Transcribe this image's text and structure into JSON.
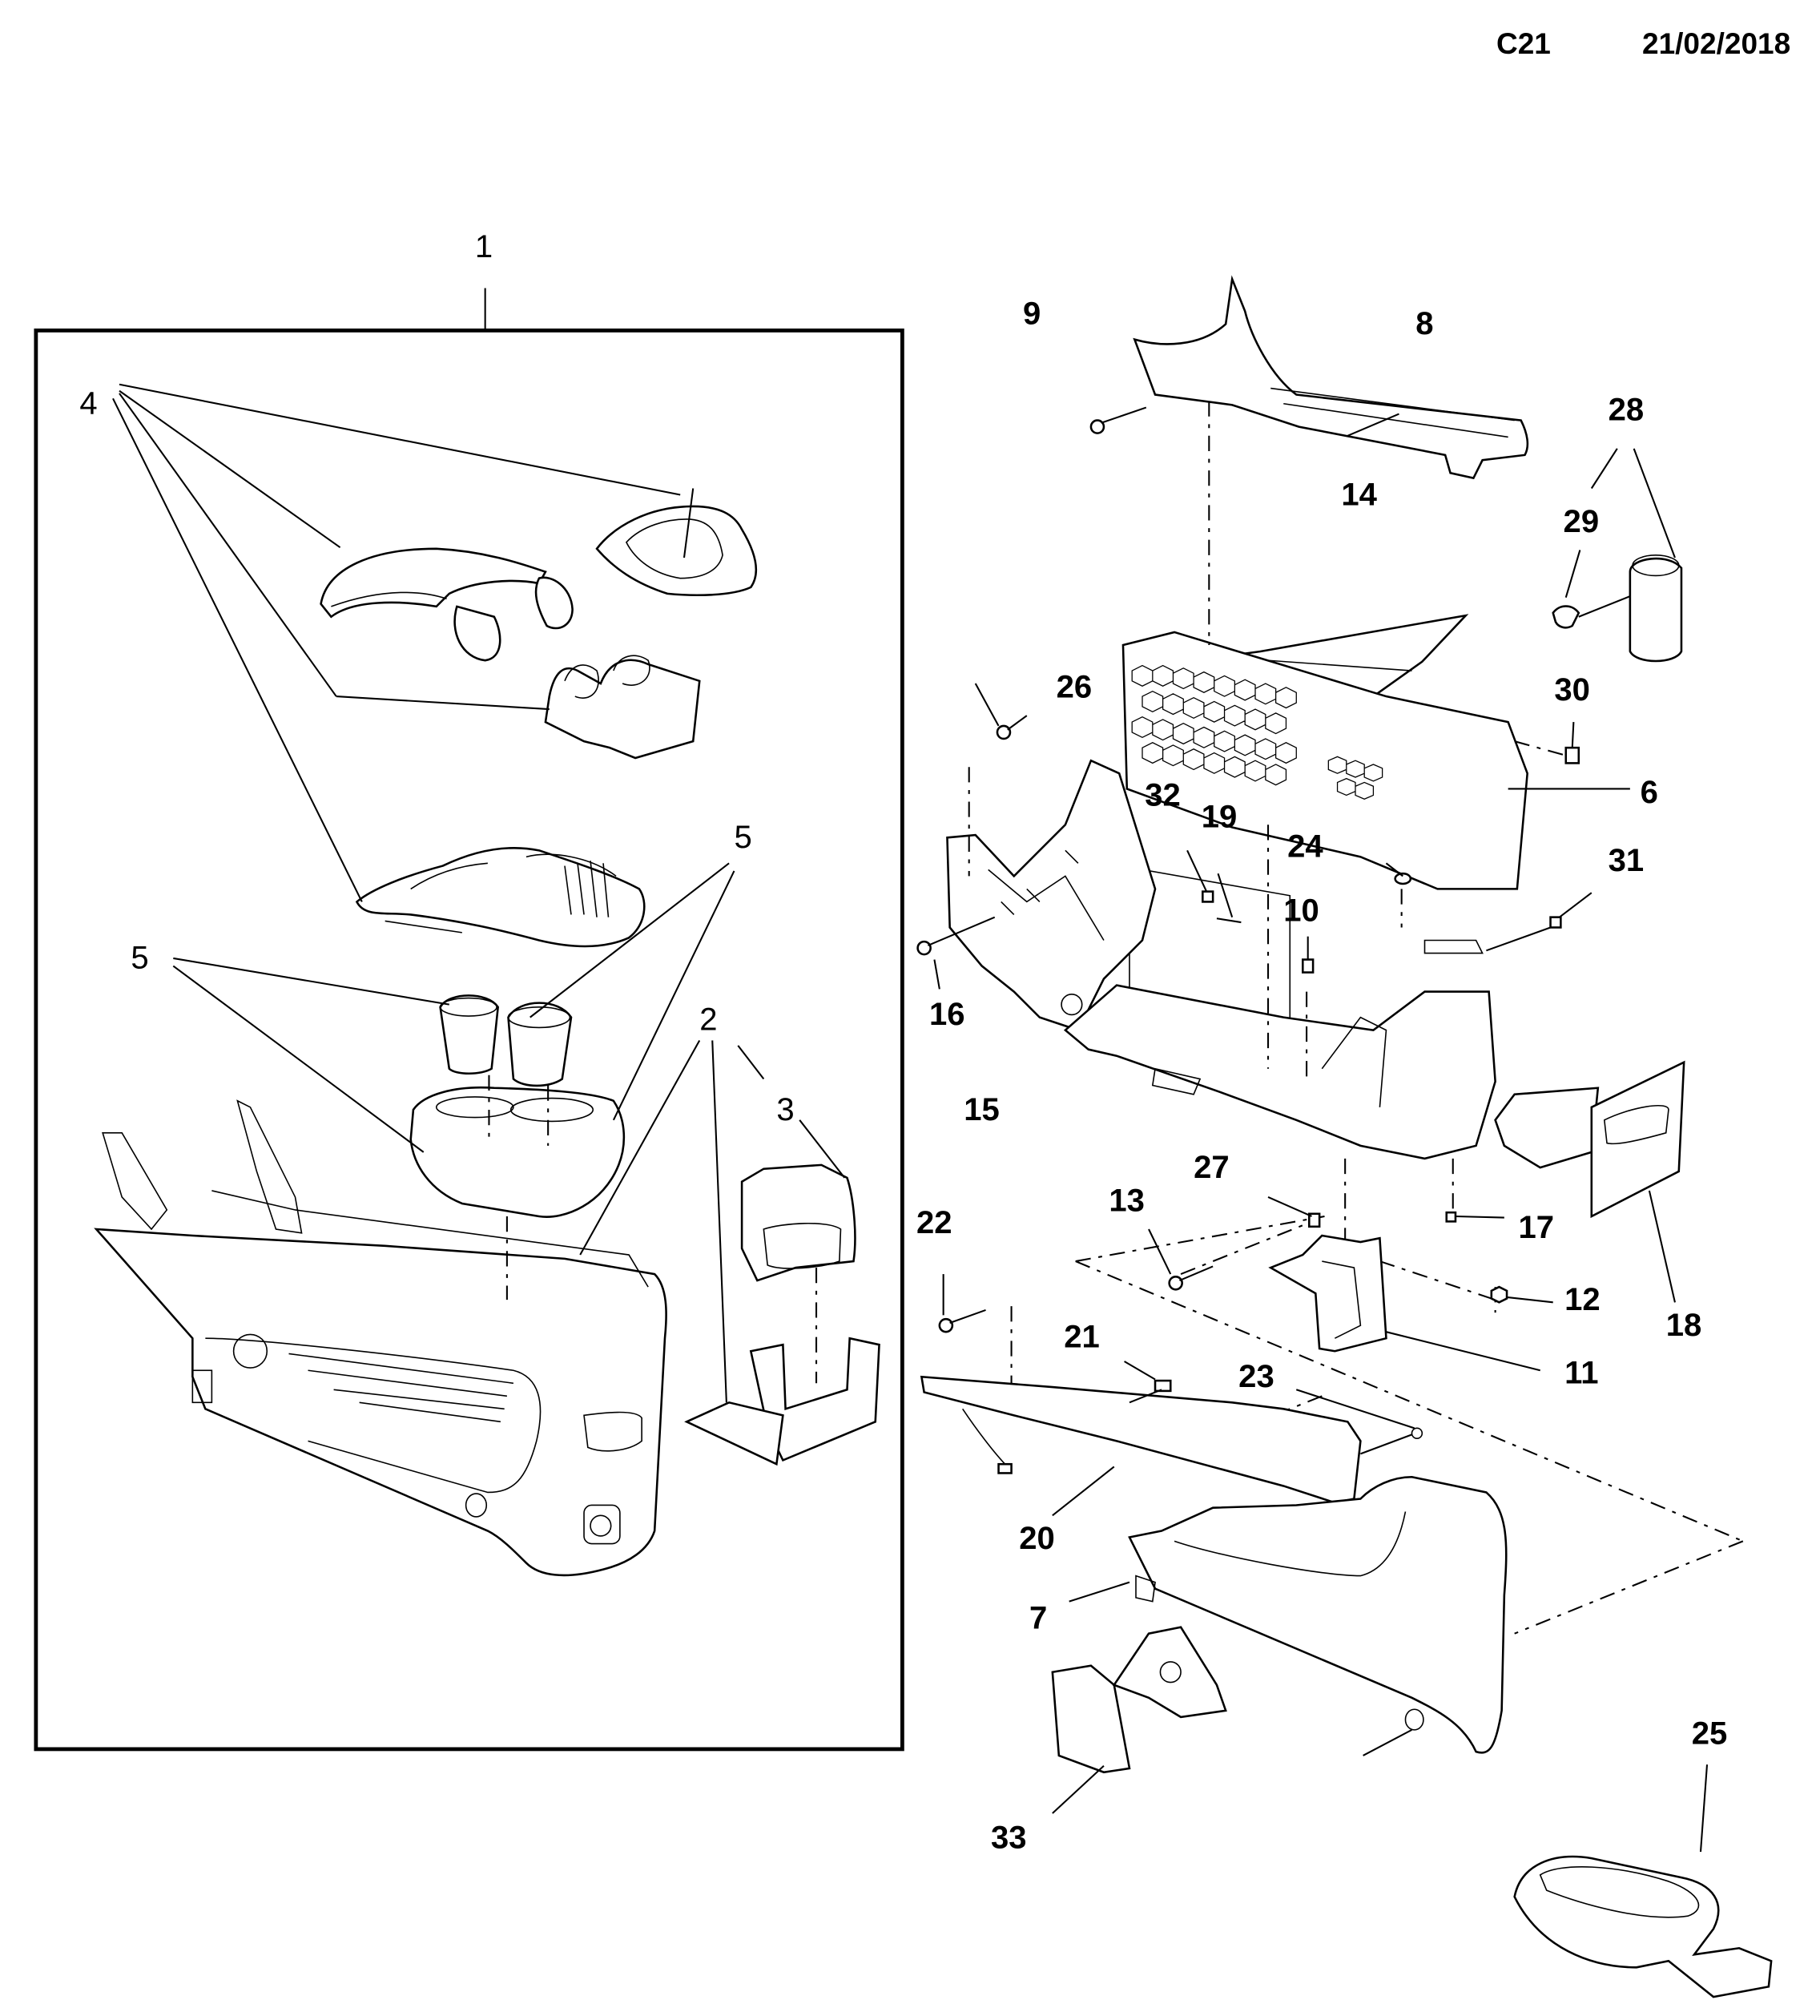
{
  "header": {
    "page_code": "C21",
    "date": "21/02/2018"
  },
  "diagram": {
    "title": "Console assembly exploded view",
    "assembly_group_label": "1",
    "callouts": {
      "c1": "1",
      "c2": "2",
      "c3": "3",
      "c4": "4",
      "c5a": "5",
      "c5b": "5",
      "c6": "6",
      "c7": "7",
      "c8": "8",
      "c9": "9",
      "c10": "10",
      "c11": "11",
      "c12": "12",
      "c13": "13",
      "c14": "14",
      "c15": "15",
      "c16": "16",
      "c17": "17",
      "c18": "18",
      "c19": "19",
      "c20": "20",
      "c21": "21",
      "c22": "22",
      "c23": "23",
      "c24": "24",
      "c25": "25",
      "c26": "26",
      "c27": "27",
      "c28": "28",
      "c29": "29",
      "c30": "30",
      "c31": "31",
      "c32": "32",
      "c33": "33"
    }
  }
}
